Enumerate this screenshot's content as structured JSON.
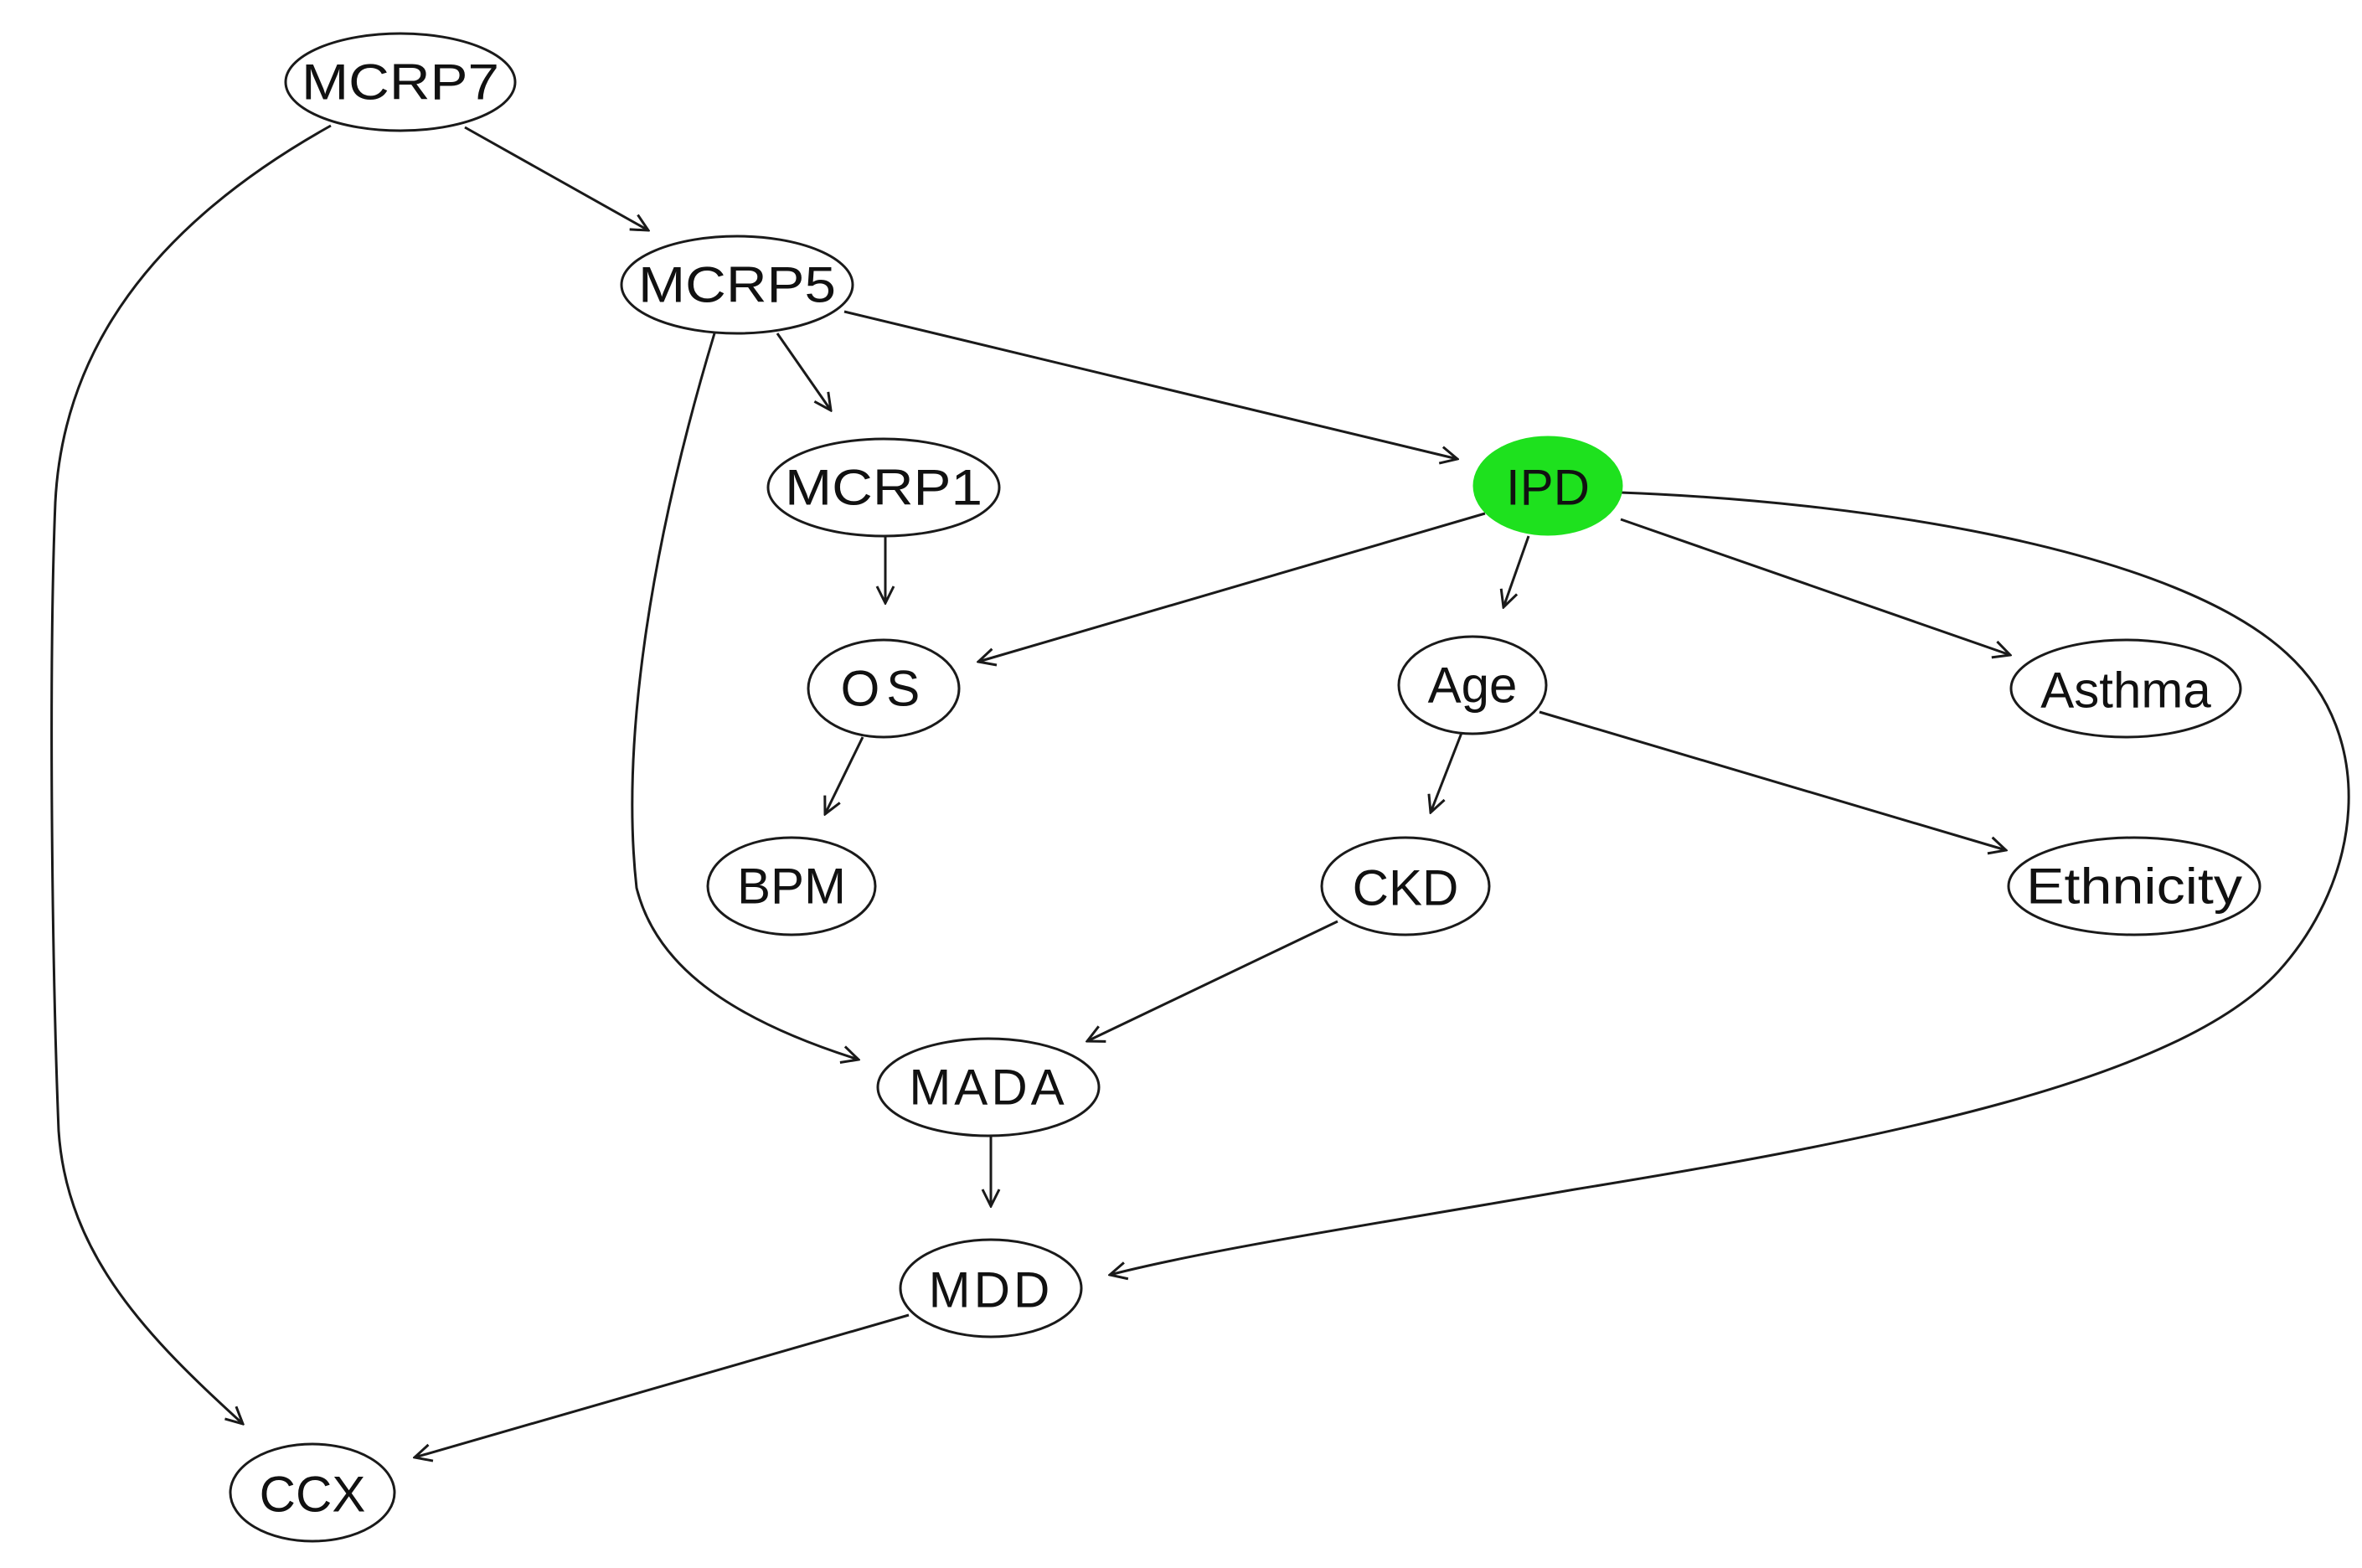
{
  "colors": {
    "highlight": "#1ee11e",
    "stroke": "#1a1a1a",
    "background": "#ffffff"
  },
  "nodes": {
    "mcrp7": {
      "label": "MCRP7"
    },
    "mcrp5": {
      "label": "MCRP5"
    },
    "mcrp1": {
      "label": "MCRP1"
    },
    "ipd": {
      "label": "IPD",
      "highlighted": true
    },
    "os": {
      "label": "OS"
    },
    "age": {
      "label": "Age"
    },
    "asthma": {
      "label": "Asthma"
    },
    "bpm": {
      "label": "BPM"
    },
    "ckd": {
      "label": "CKD"
    },
    "ethnicity": {
      "label": "Ethnicity"
    },
    "mada": {
      "label": "MADA"
    },
    "mdd": {
      "label": "MDD"
    },
    "ccx": {
      "label": "CCX"
    }
  },
  "edges": [
    {
      "from": "MCRP7",
      "to": "MCRP5"
    },
    {
      "from": "MCRP7",
      "to": "CCX"
    },
    {
      "from": "MCRP5",
      "to": "MCRP1"
    },
    {
      "from": "MCRP5",
      "to": "IPD"
    },
    {
      "from": "MCRP5",
      "to": "MADA"
    },
    {
      "from": "MCRP1",
      "to": "OS"
    },
    {
      "from": "IPD",
      "to": "OS"
    },
    {
      "from": "IPD",
      "to": "Age"
    },
    {
      "from": "IPD",
      "to": "Asthma"
    },
    {
      "from": "IPD",
      "to": "MDD"
    },
    {
      "from": "OS",
      "to": "BPM"
    },
    {
      "from": "Age",
      "to": "CKD"
    },
    {
      "from": "Age",
      "to": "Ethnicity"
    },
    {
      "from": "CKD",
      "to": "MADA"
    },
    {
      "from": "MADA",
      "to": "MDD"
    },
    {
      "from": "MDD",
      "to": "CCX"
    }
  ]
}
